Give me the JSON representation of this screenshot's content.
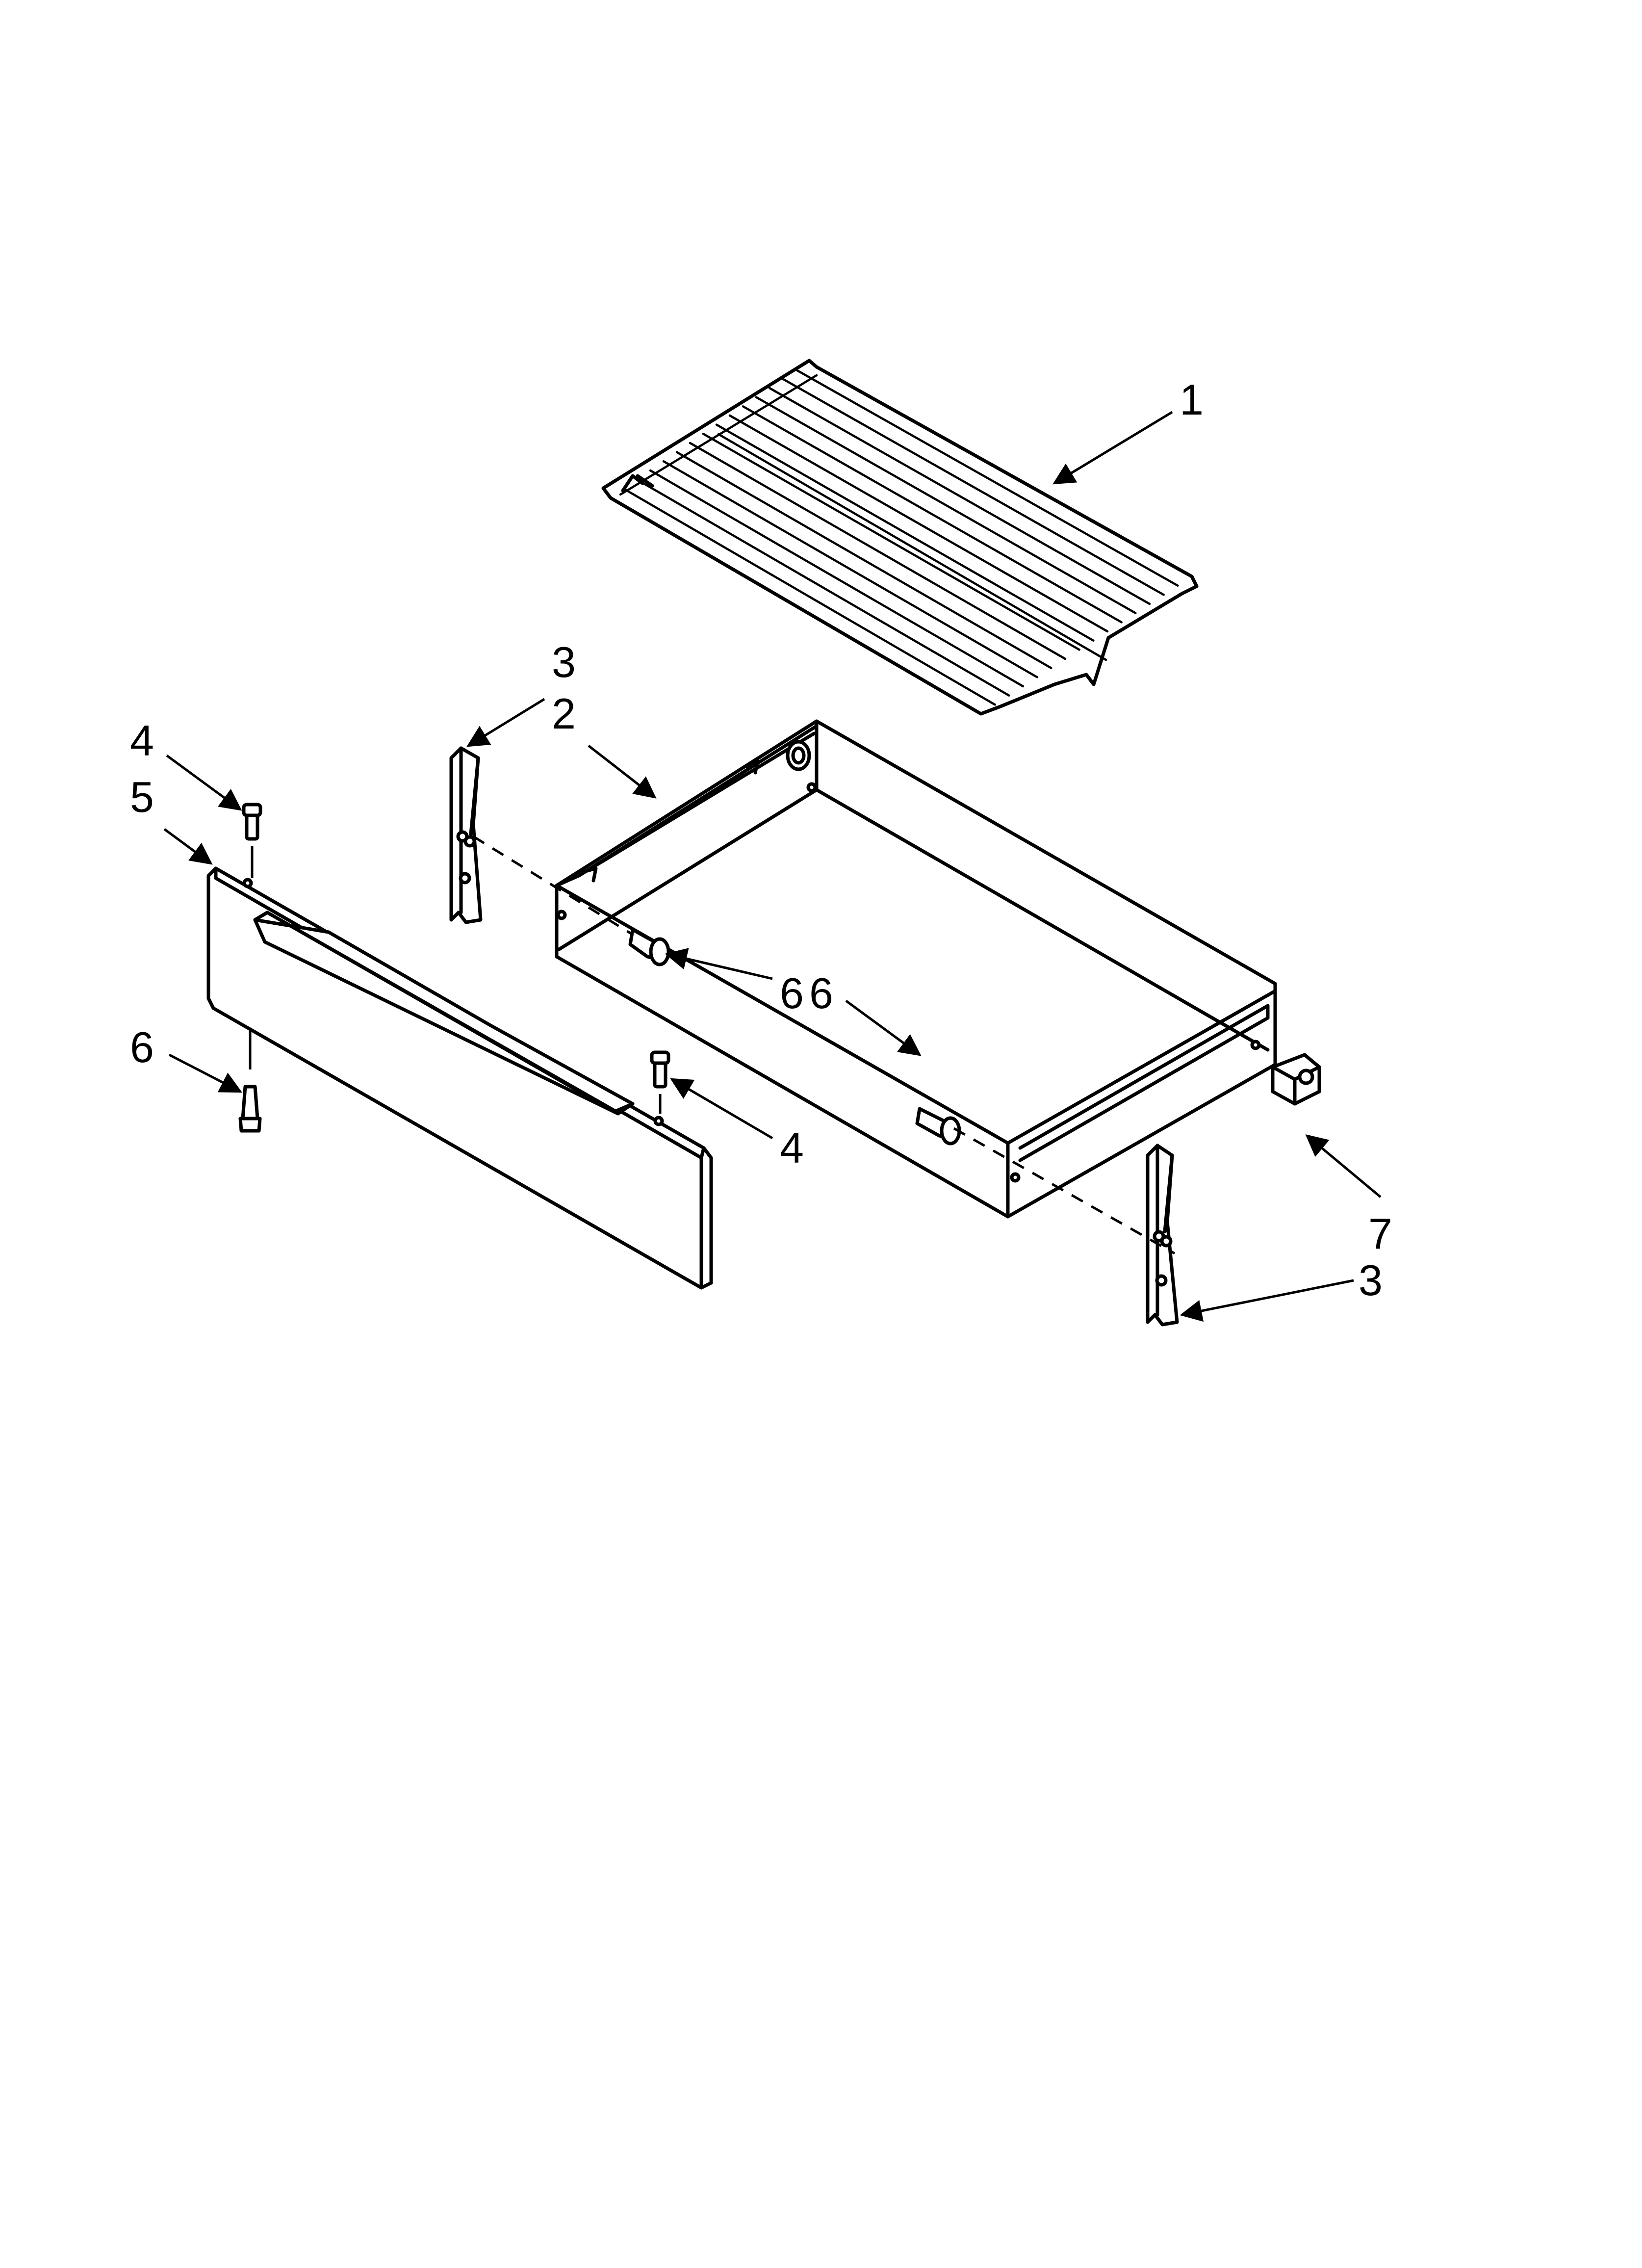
{
  "callouts": [
    {
      "id": "1"
    },
    {
      "id": "2"
    },
    {
      "id": "3"
    },
    {
      "id": "3"
    },
    {
      "id": "4"
    },
    {
      "id": "4"
    },
    {
      "id": "5"
    },
    {
      "id": "6"
    },
    {
      "id": "6"
    },
    {
      "id": "6"
    },
    {
      "id": "7"
    }
  ],
  "parts": [
    {
      "callout": "1",
      "part": "oven-rack"
    },
    {
      "callout": "2",
      "part": "drawer-box"
    },
    {
      "callout": "3",
      "part": "drawer-slide-bracket"
    },
    {
      "callout": "4",
      "part": "screw"
    },
    {
      "callout": "5",
      "part": "drawer-front-panel"
    },
    {
      "callout": "6",
      "part": "screw"
    },
    {
      "callout": "7",
      "part": "clip"
    }
  ]
}
